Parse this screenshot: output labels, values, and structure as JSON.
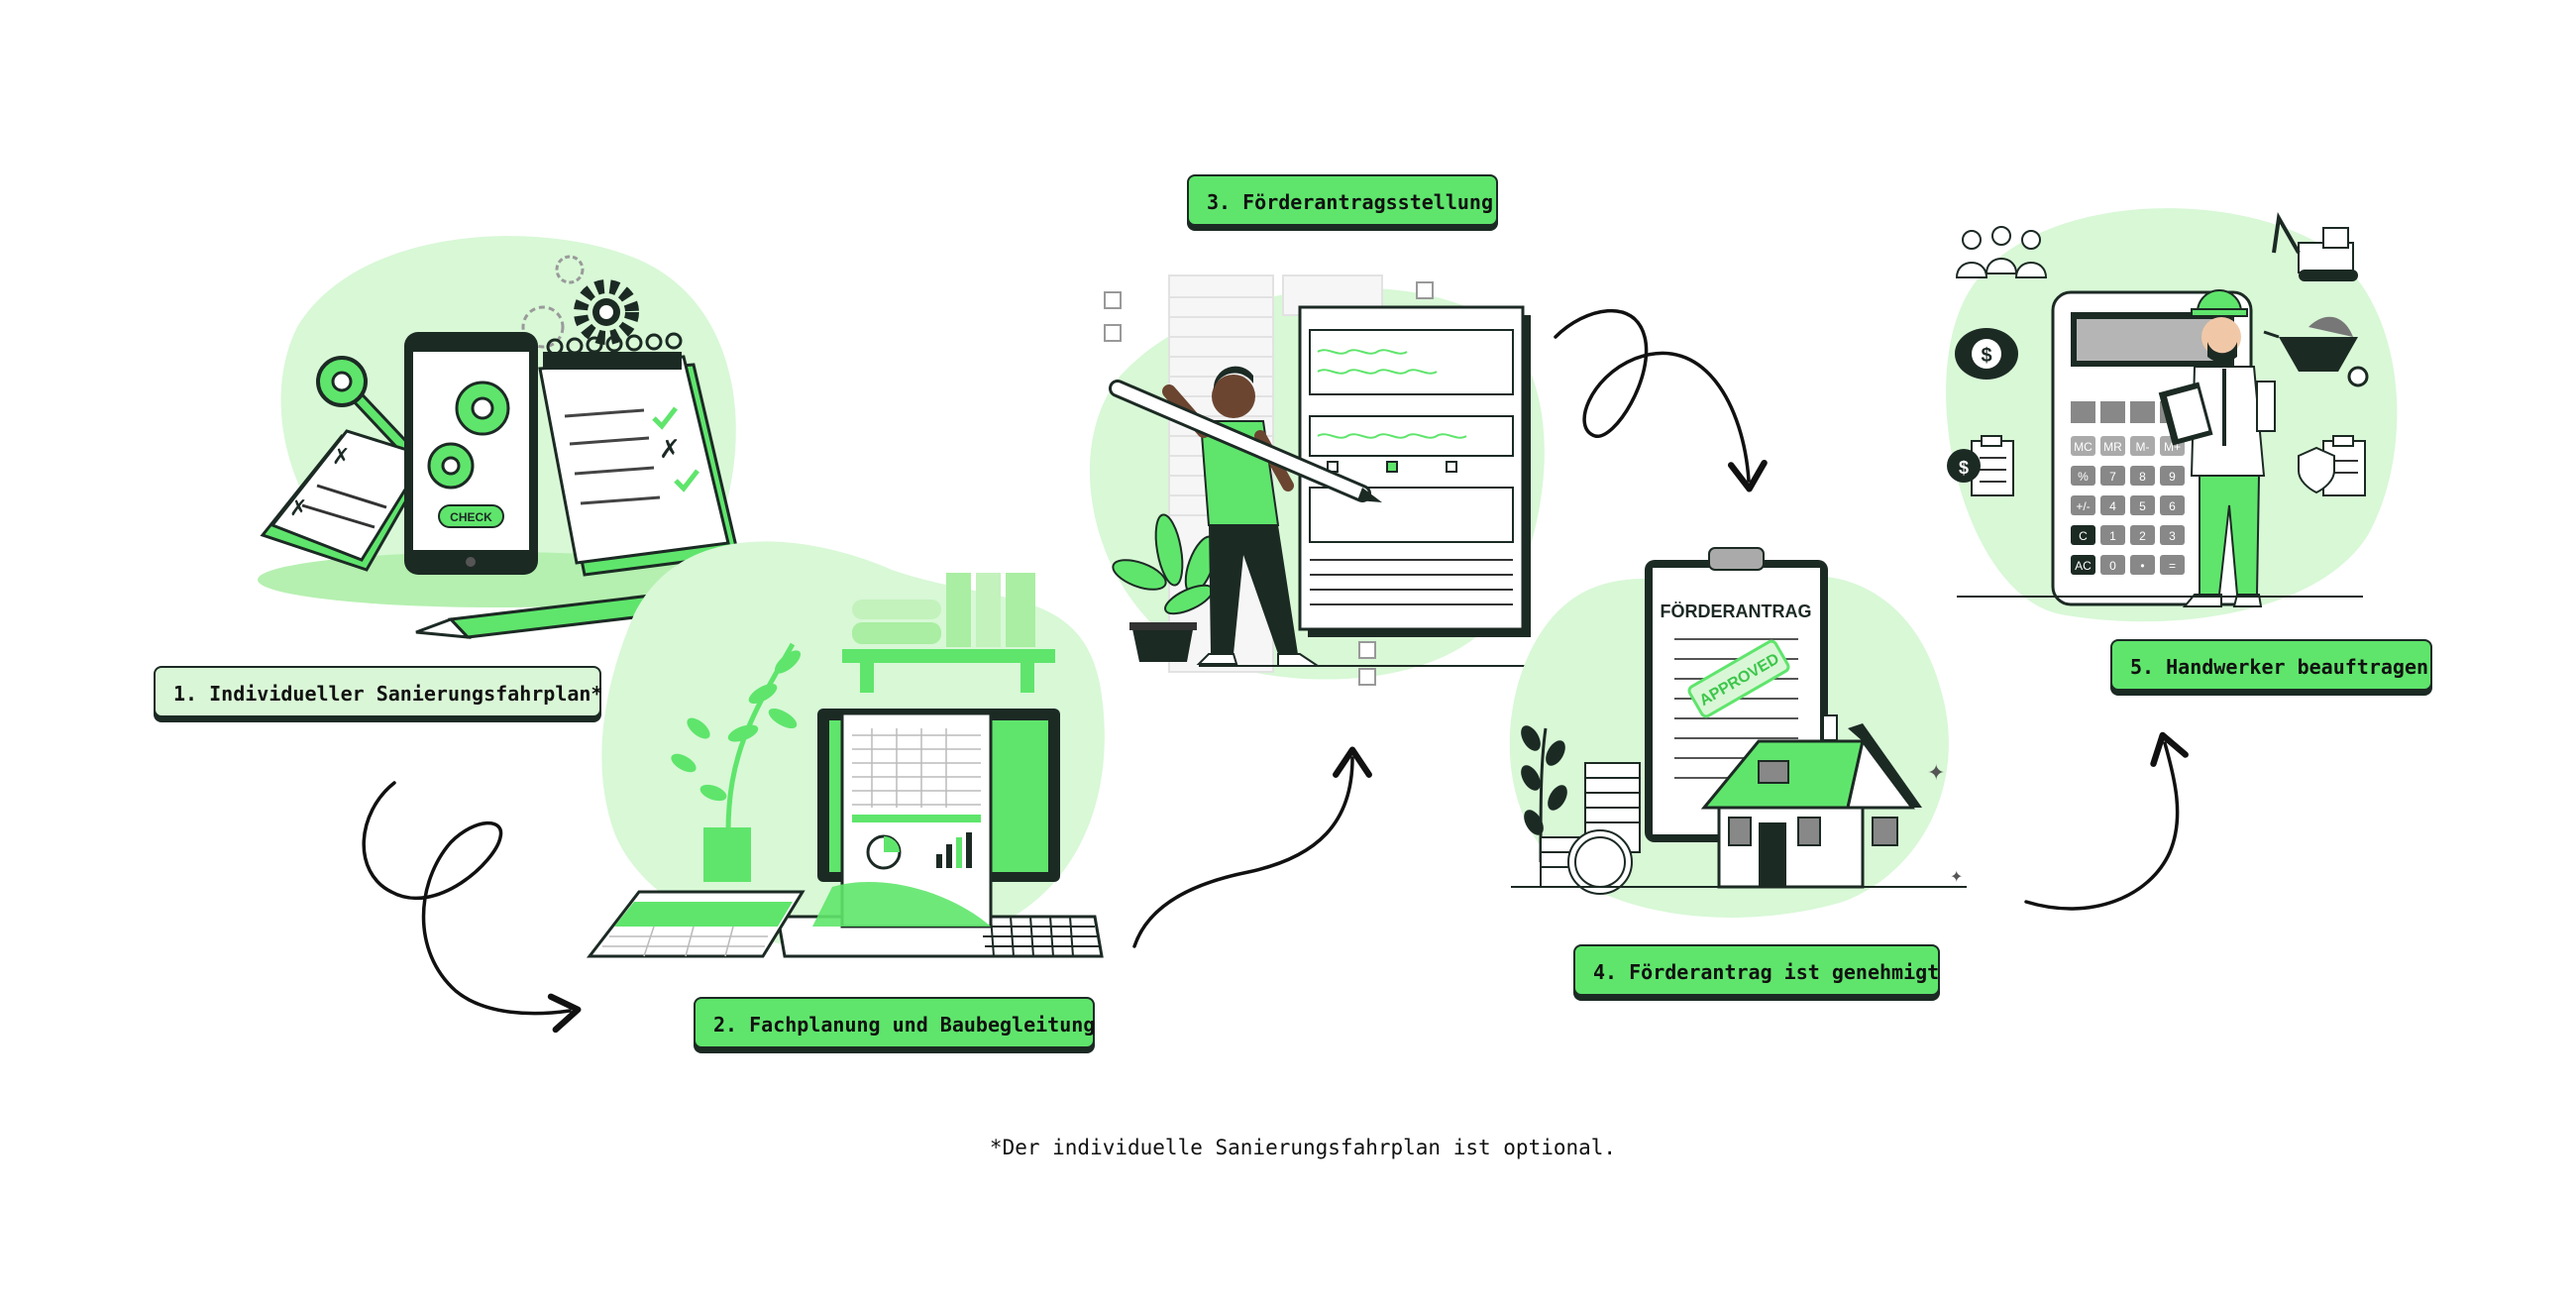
{
  "steps": [
    {
      "label": "1. Individueller Sanierungsfahrplan*"
    },
    {
      "label": "2. Fachplanung und Baubegleitung"
    },
    {
      "label": "3. Förderantragsstellung"
    },
    {
      "label": "4. Förderantrag ist genehmigt"
    },
    {
      "label": "5. Handwerker beauftragen"
    }
  ],
  "footnote": "*Der individuelle Sanierungsfahrplan ist optional.",
  "illustrations": {
    "phone_button": "CHECK",
    "form_title": "FÖRDERANTRAG",
    "stamp": "APPROVED",
    "calculator_keys": [
      "MC",
      "MR",
      "M-",
      "M+",
      "%",
      "7",
      "8",
      "9",
      "+/-",
      "4",
      "5",
      "6",
      "C",
      "1",
      "2",
      "3",
      "AC",
      "0",
      "•",
      "="
    ]
  },
  "colors": {
    "accent": "#5fe56c",
    "accent_light": "#d9f7d6",
    "blob": "#d8f8d6",
    "ink": "#1c2a24"
  }
}
